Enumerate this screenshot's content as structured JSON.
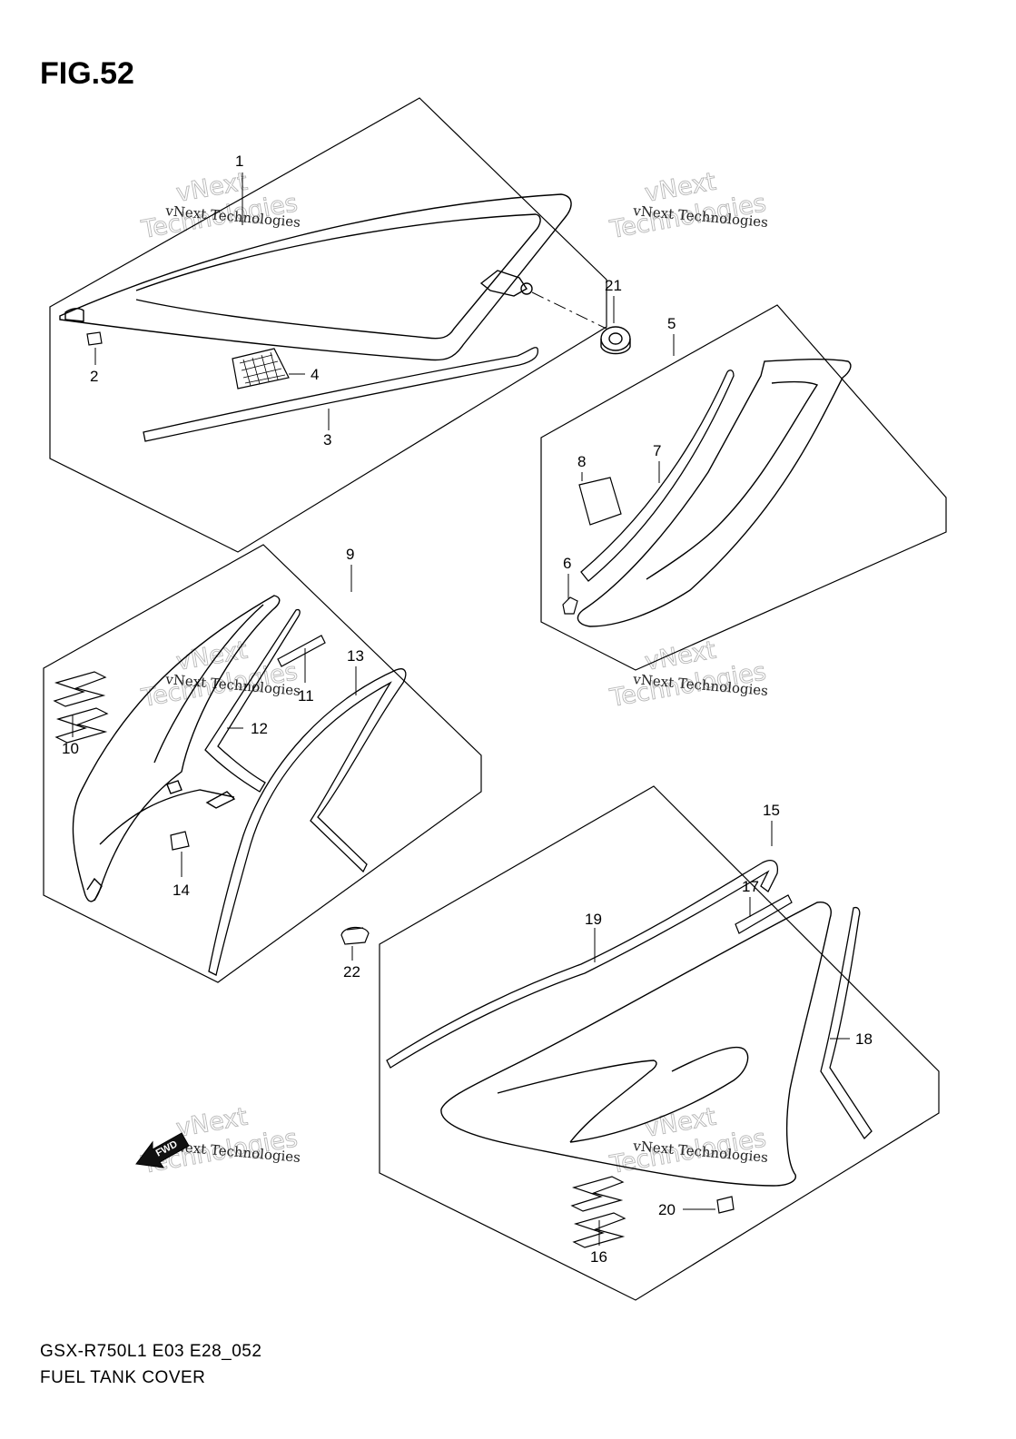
{
  "figure": {
    "title": "FIG.52",
    "code": "GSX-R750L1 E03 E28_052",
    "name": "FUEL TANK COVER"
  },
  "watermark": {
    "line_small": "vNext Technologies",
    "word_a": "vNext",
    "word_b": "Technologies"
  },
  "fwd_label": "FWD",
  "callouts": [
    "1",
    "2",
    "3",
    "4",
    "5",
    "6",
    "7",
    "8",
    "9",
    "10",
    "11",
    "12",
    "13",
    "14",
    "15",
    "16",
    "17",
    "18",
    "19",
    "20",
    "21",
    "22"
  ]
}
